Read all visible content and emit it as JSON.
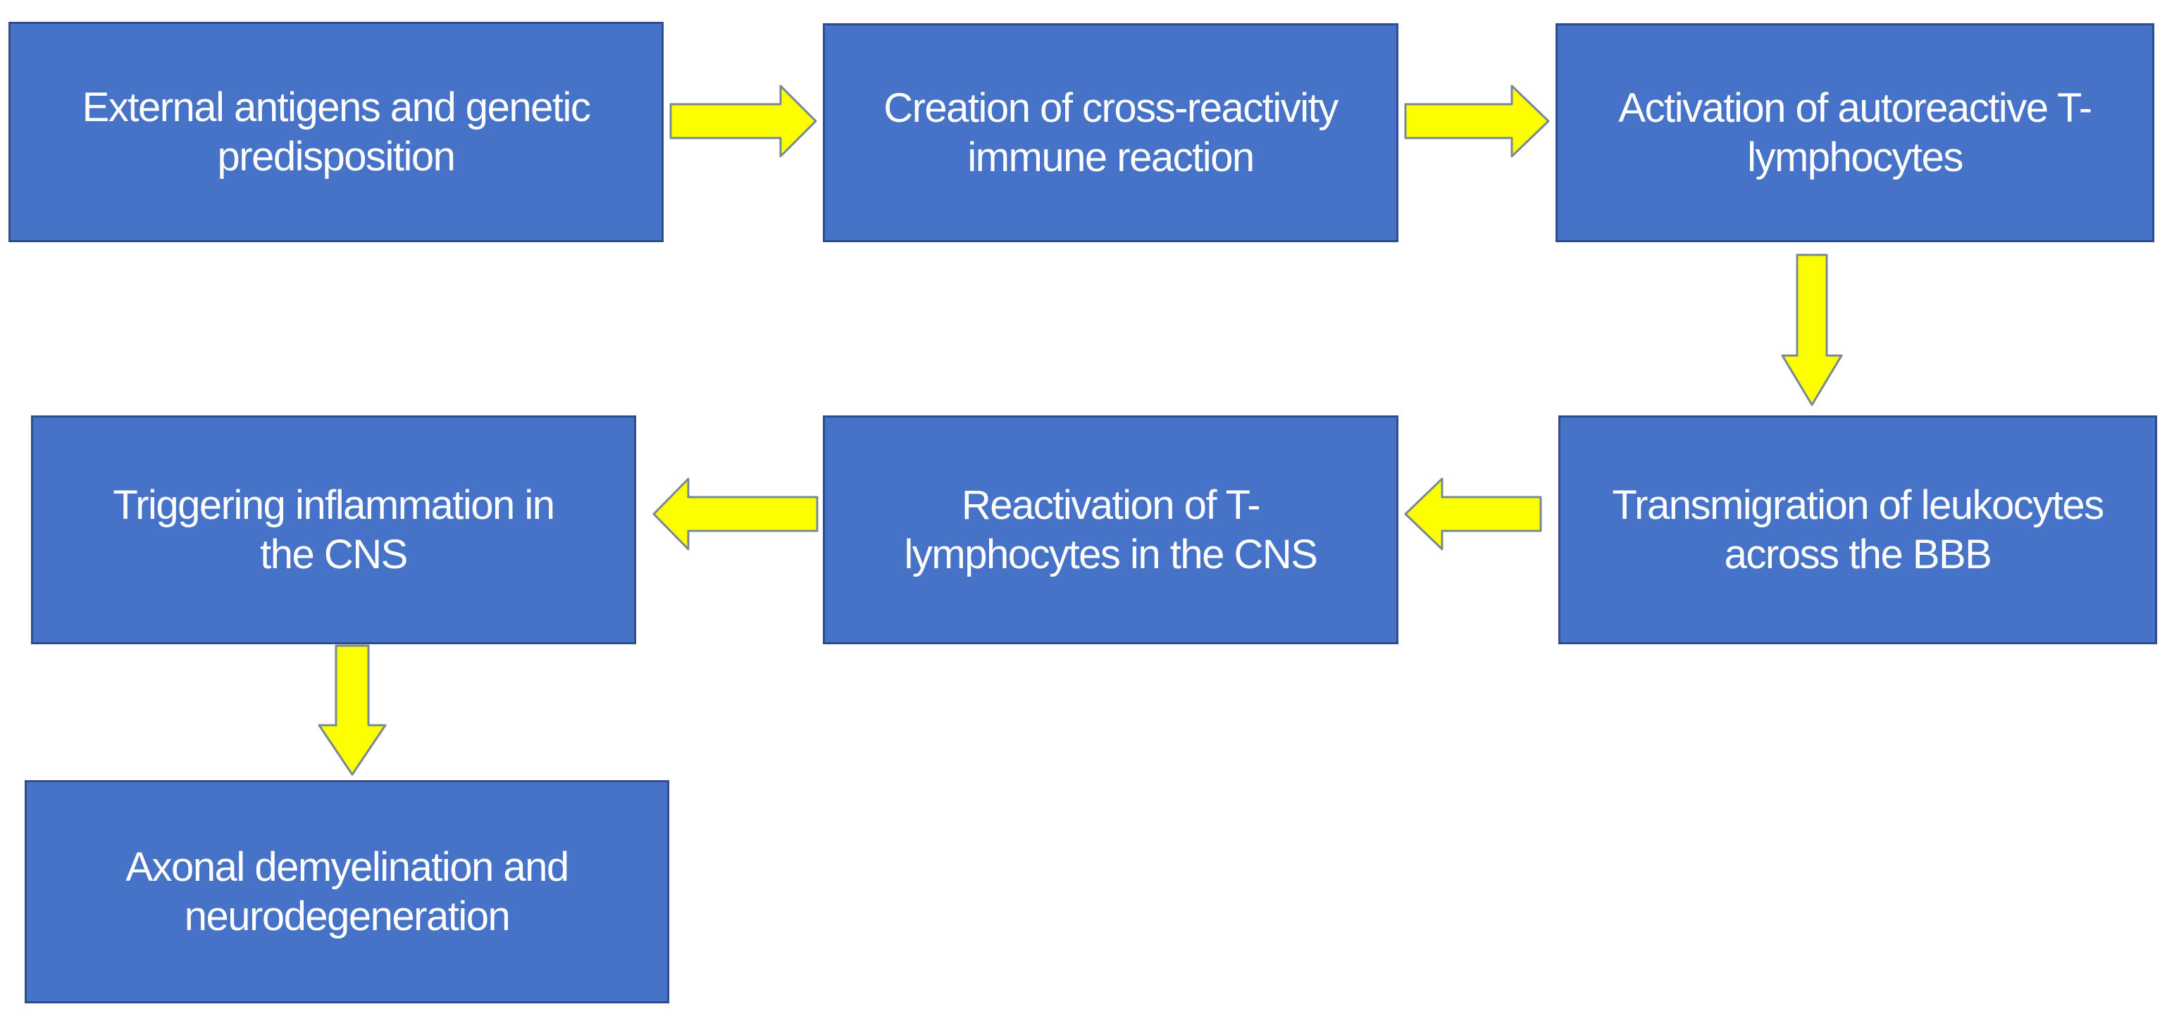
{
  "theme": {
    "background": "#ffffff",
    "node_fill": "#4673c8",
    "node_border": "#2d4d8e",
    "node_text": "#ffffff",
    "arrow_fill": "#fdff00",
    "arrow_border": "#7a8894"
  },
  "diagram": {
    "type": "flowchart",
    "description": "Process flow of blue rectangular steps connected by yellow block arrows",
    "nodes": [
      {
        "id": "external-antigens",
        "label": "External antigens and genetic\npredisposition"
      },
      {
        "id": "cross-reactivity",
        "label": "Creation of cross-reactivity\nimmune reaction"
      },
      {
        "id": "activation-t-lymphocytes",
        "label": "Activation of autoreactive T-\nlymphocytes"
      },
      {
        "id": "transmigration-leukocytes",
        "label": "Transmigration of leukocytes\nacross the BBB"
      },
      {
        "id": "reactivation-t-lymphocytes",
        "label": "Reactivation of T-\nlymphocytes in the CNS"
      },
      {
        "id": "triggering-inflammation",
        "label": "Triggering inflammation in\nthe CNS"
      },
      {
        "id": "axonal-demyelination",
        "label": "Axonal demyelination and\nneurodegeneration"
      }
    ],
    "edges": [
      {
        "from": "external-antigens",
        "to": "cross-reactivity",
        "direction": "right"
      },
      {
        "from": "cross-reactivity",
        "to": "activation-t-lymphocytes",
        "direction": "right"
      },
      {
        "from": "activation-t-lymphocytes",
        "to": "transmigration-leukocytes",
        "direction": "down"
      },
      {
        "from": "transmigration-leukocytes",
        "to": "reactivation-t-lymphocytes",
        "direction": "left"
      },
      {
        "from": "reactivation-t-lymphocytes",
        "to": "triggering-inflammation",
        "direction": "left"
      },
      {
        "from": "triggering-inflammation",
        "to": "axonal-demyelination",
        "direction": "down"
      }
    ]
  }
}
